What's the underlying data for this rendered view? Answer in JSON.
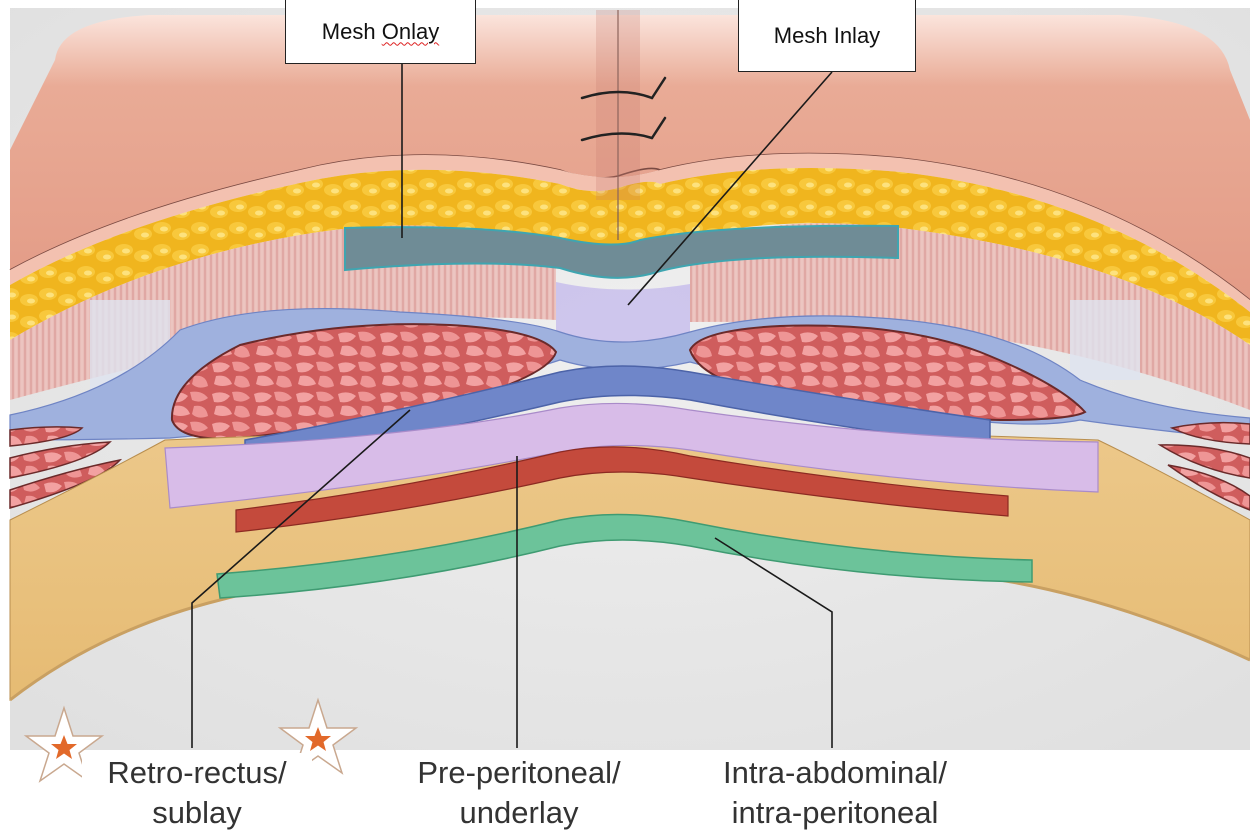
{
  "callouts": {
    "onlay": {
      "label_main": "Mesh ",
      "label_squiggle": "Onlay"
    },
    "inlay": {
      "label": "Mesh Inlay"
    }
  },
  "labels": {
    "retro": {
      "line1": "Retro-rectus/",
      "line2": "sublay"
    },
    "pre": {
      "line1": "Pre-peritoneal/",
      "line2": "underlay"
    },
    "intra": {
      "line1": "Intra-abdominal/",
      "line2": "intra-peritoneal"
    }
  },
  "colors": {
    "skin": "#e4a591",
    "fat": "#f2b721",
    "muscle": "#d96a6a",
    "fascia": "#8fa3d9",
    "onlay_mesh": "#6f8c96",
    "inlay_mesh": "#c8c0ea",
    "retro_mesh": "#6f86c9",
    "preperitoneal_mesh": "#cdb0e0",
    "red_mesh": "#c0473a",
    "peritoneum": "#e9c27a",
    "intraperitoneal_mesh": "#5bb58b",
    "star": "#e2692a"
  }
}
